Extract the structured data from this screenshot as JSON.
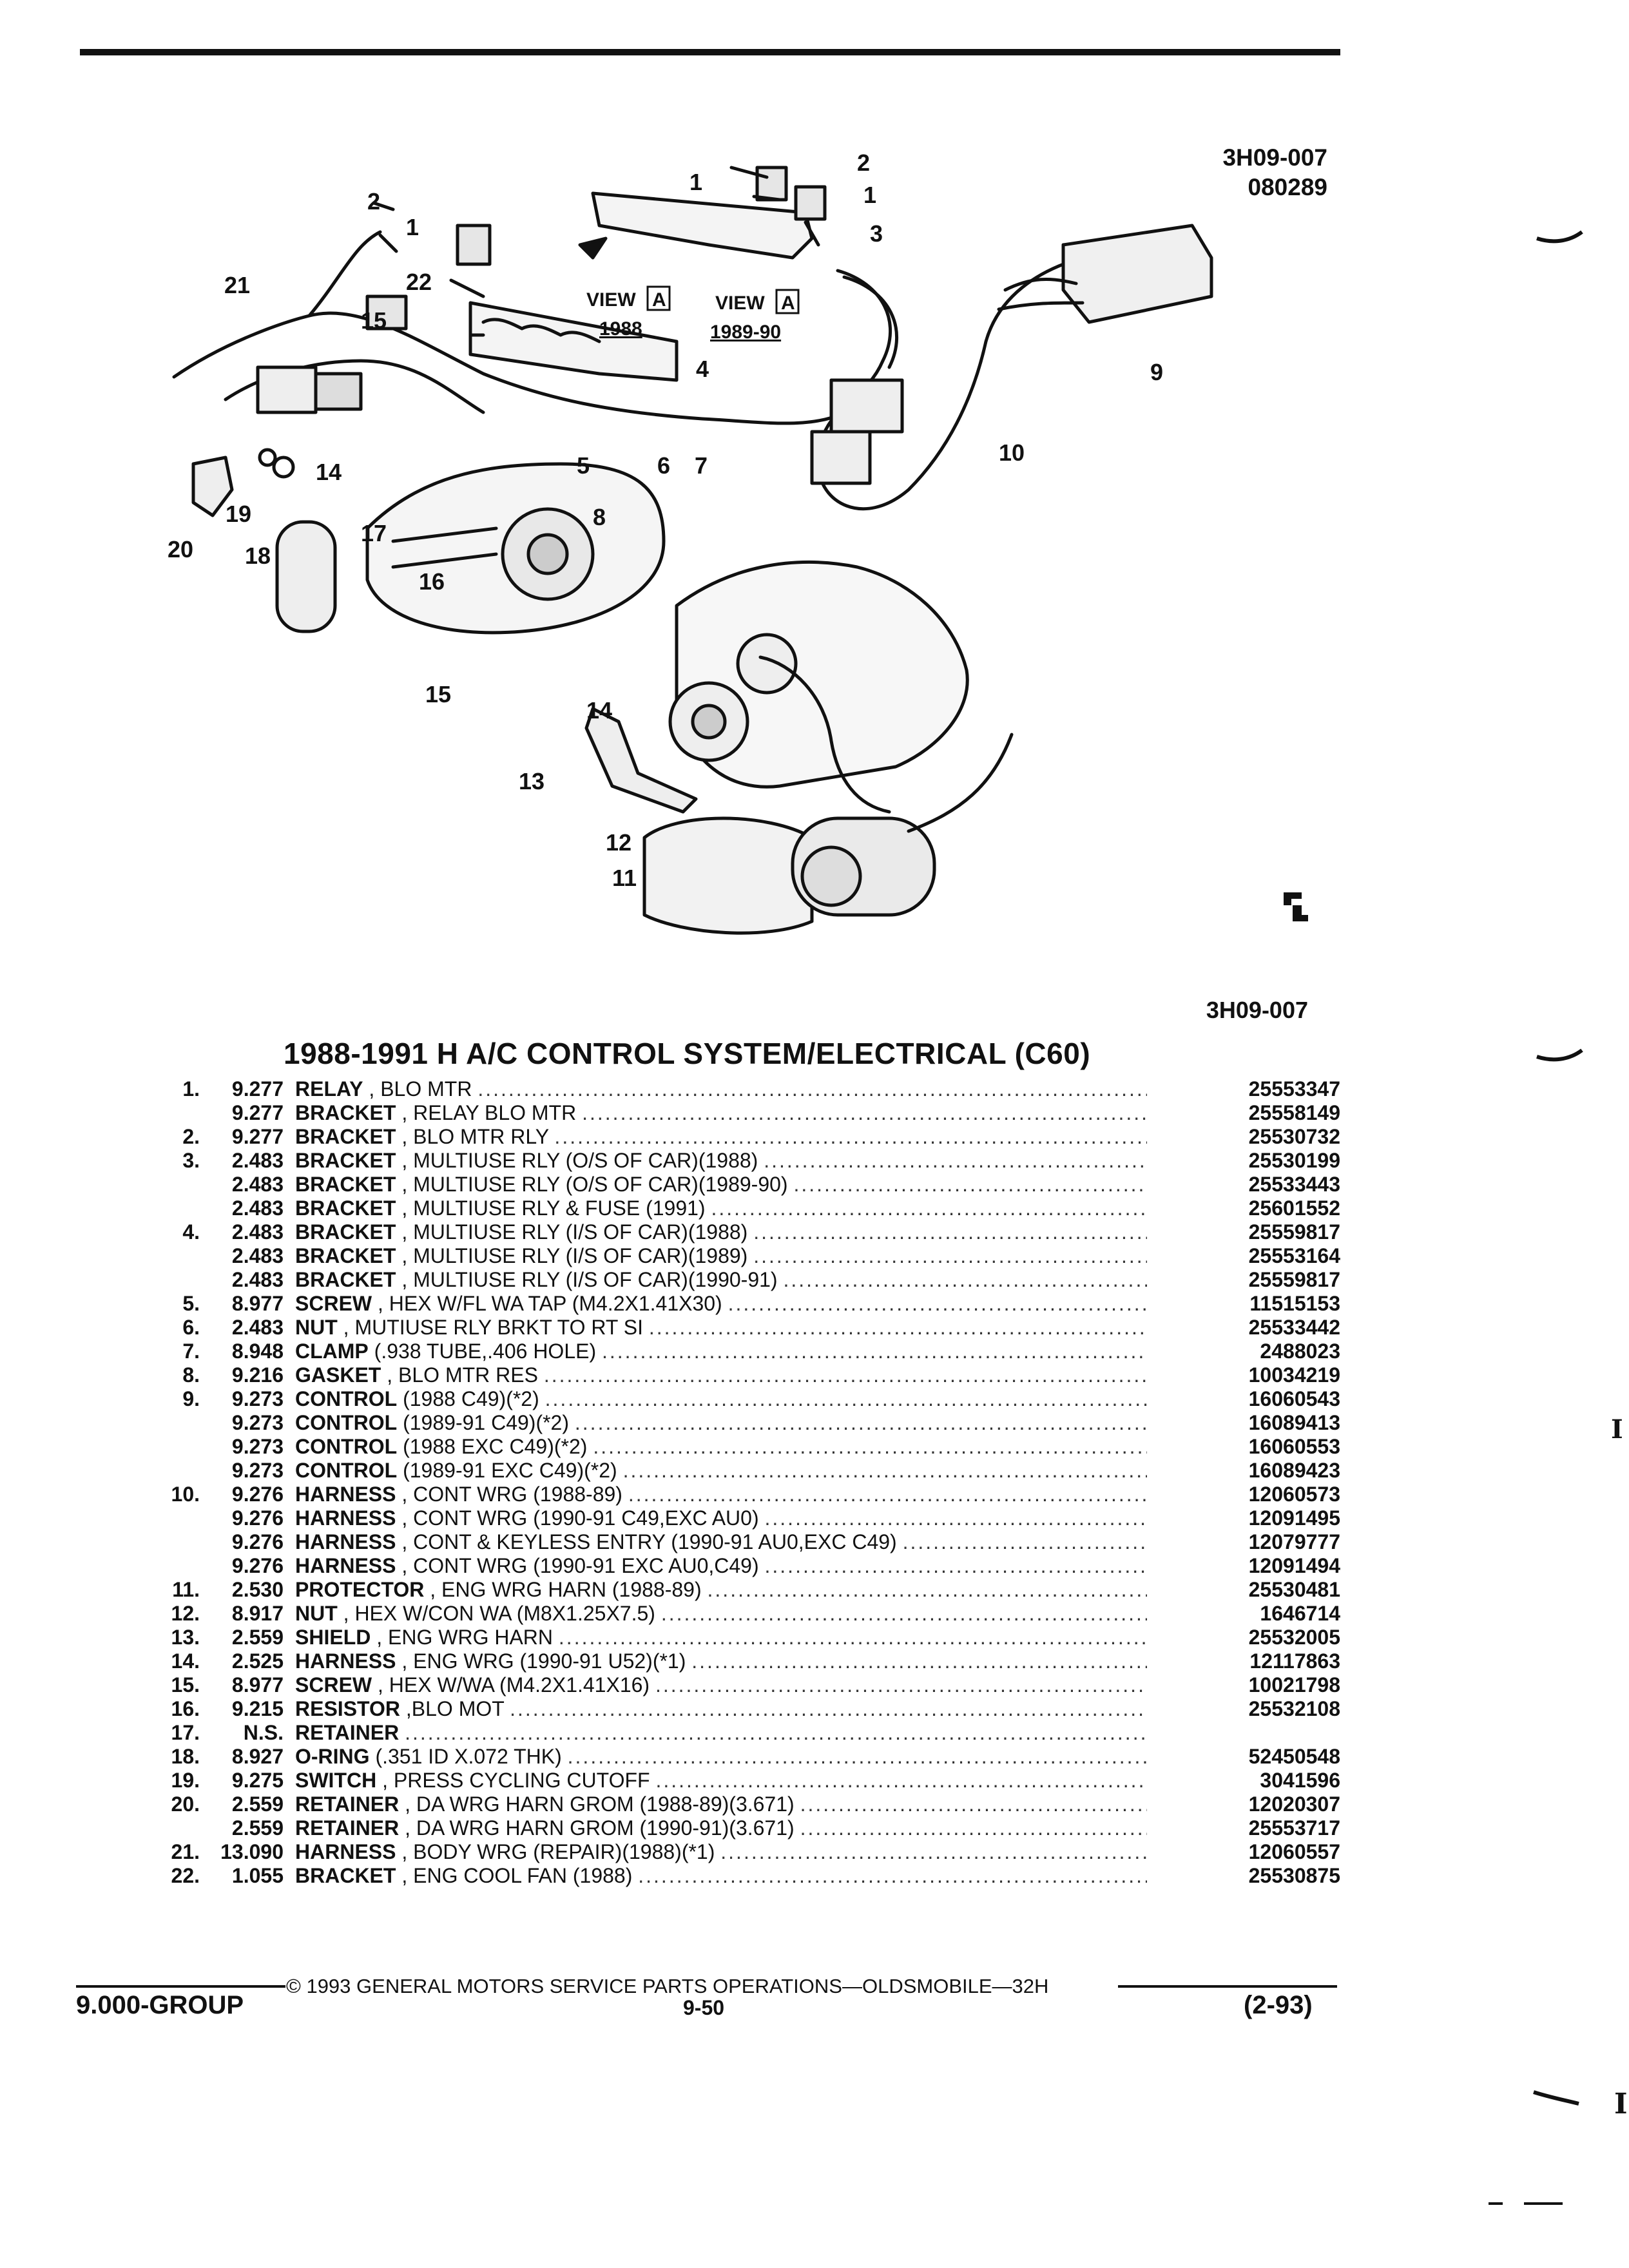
{
  "header": {
    "figure_code": "3H09-007",
    "figure_date": "080289"
  },
  "diagram": {
    "callouts": [
      "1",
      "2",
      "3",
      "4",
      "5",
      "6",
      "7",
      "8",
      "9",
      "10",
      "11",
      "12",
      "13",
      "14",
      "15",
      "16",
      "17",
      "18",
      "19",
      "20",
      "21",
      "22"
    ],
    "view_label": "VIEW",
    "view_letter": "A",
    "view_1988": "1988",
    "view_1989_90": "1989-90",
    "logo_mark": "GM service parts logo"
  },
  "figure_ref": "3H09-007",
  "title": "1988-1991 H A/C CONTROL SYSTEM/ELECTRICAL (C60)",
  "parts": [
    {
      "num": "1.",
      "group": "9.277",
      "name": "RELAY",
      "desc": ", BLO MTR",
      "pn": "25553347"
    },
    {
      "num": "",
      "group": "9.277",
      "name": "BRACKET",
      "desc": ", RELAY BLO MTR",
      "pn": "25558149"
    },
    {
      "num": "2.",
      "group": "9.277",
      "name": "BRACKET",
      "desc": ", BLO MTR RLY",
      "pn": "25530732"
    },
    {
      "num": "3.",
      "group": "2.483",
      "name": "BRACKET",
      "desc": ", MULTIUSE RLY (O/S OF CAR)(1988)",
      "pn": "25530199"
    },
    {
      "num": "",
      "group": "2.483",
      "name": "BRACKET",
      "desc": ", MULTIUSE RLY (O/S OF CAR)(1989-90)",
      "pn": "25533443"
    },
    {
      "num": "",
      "group": "2.483",
      "name": "BRACKET",
      "desc": ", MULTIUSE RLY & FUSE (1991)",
      "pn": "25601552"
    },
    {
      "num": "4.",
      "group": "2.483",
      "name": "BRACKET",
      "desc": ", MULTIUSE RLY (I/S OF CAR)(1988)",
      "pn": "25559817"
    },
    {
      "num": "",
      "group": "2.483",
      "name": "BRACKET",
      "desc": ", MULTIUSE RLY (I/S OF CAR)(1989)",
      "pn": "25553164"
    },
    {
      "num": "",
      "group": "2.483",
      "name": "BRACKET",
      "desc": ", MULTIUSE RLY (I/S OF CAR)(1990-91)",
      "pn": "25559817"
    },
    {
      "num": "5.",
      "group": "8.977",
      "name": "SCREW",
      "desc": ", HEX W/FL WA TAP (M4.2X1.41X30)",
      "pn": "11515153"
    },
    {
      "num": "6.",
      "group": "2.483",
      "name": "NUT",
      "desc": ", MUTIUSE RLY BRKT TO RT SI",
      "pn": "25533442"
    },
    {
      "num": "7.",
      "group": "8.948",
      "name": "CLAMP",
      "desc": "(.938 TUBE,.406 HOLE)",
      "pn": "2488023"
    },
    {
      "num": "8.",
      "group": "9.216",
      "name": "GASKET",
      "desc": ", BLO MTR RES",
      "pn": "10034219"
    },
    {
      "num": "9.",
      "group": "9.273",
      "name": "CONTROL",
      "desc": "(1988 C49)(*2)",
      "pn": "16060543"
    },
    {
      "num": "",
      "group": "9.273",
      "name": "CONTROL",
      "desc": "(1989-91 C49)(*2)",
      "pn": "16089413"
    },
    {
      "num": "",
      "group": "9.273",
      "name": "CONTROL",
      "desc": "(1988 EXC C49)(*2)",
      "pn": "16060553"
    },
    {
      "num": "",
      "group": "9.273",
      "name": "CONTROL",
      "desc": "(1989-91 EXC C49)(*2)",
      "pn": "16089423"
    },
    {
      "num": "10.",
      "group": "9.276",
      "name": "HARNESS",
      "desc": ", CONT WRG (1988-89)",
      "pn": "12060573"
    },
    {
      "num": "",
      "group": "9.276",
      "name": "HARNESS",
      "desc": ", CONT WRG (1990-91 C49,EXC AU0)",
      "pn": "12091495"
    },
    {
      "num": "",
      "group": "9.276",
      "name": "HARNESS",
      "desc": ", CONT & KEYLESS ENTRY (1990-91 AU0,EXC C49)",
      "pn": "12079777"
    },
    {
      "num": "",
      "group": "9.276",
      "name": "HARNESS",
      "desc": ", CONT WRG (1990-91 EXC AU0,C49)",
      "pn": "12091494"
    },
    {
      "num": "11.",
      "group": "2.530",
      "name": "PROTECTOR",
      "desc": ", ENG WRG HARN (1988-89)",
      "pn": "25530481"
    },
    {
      "num": "12.",
      "group": "8.917",
      "name": "NUT",
      "desc": ", HEX W/CON WA (M8X1.25X7.5)",
      "pn": "1646714"
    },
    {
      "num": "13.",
      "group": "2.559",
      "name": "SHIELD",
      "desc": ", ENG WRG HARN",
      "pn": "25532005"
    },
    {
      "num": "14.",
      "group": "2.525",
      "name": "HARNESS",
      "desc": ", ENG WRG (1990-91 U52)(*1)",
      "pn": "12117863"
    },
    {
      "num": "15.",
      "group": "8.977",
      "name": "SCREW",
      "desc": ", HEX W/WA (M4.2X1.41X16)",
      "pn": "10021798"
    },
    {
      "num": "16.",
      "group": "9.215",
      "name": "RESISTOR",
      "desc": ",BLO MOT",
      "pn": "25532108"
    },
    {
      "num": "17.",
      "group": "N.S.",
      "name": "RETAINER",
      "desc": "",
      "pn": ""
    },
    {
      "num": "18.",
      "group": "8.927",
      "name": "O-RING",
      "desc": "(.351 ID X.072 THK)",
      "pn": "52450548"
    },
    {
      "num": "19.",
      "group": "9.275",
      "name": "SWITCH",
      "desc": ", PRESS CYCLING CUTOFF",
      "pn": "3041596"
    },
    {
      "num": "20.",
      "group": "2.559",
      "name": "RETAINER",
      "desc": ", DA WRG HARN GROM (1988-89)(3.671)",
      "pn": "12020307"
    },
    {
      "num": "",
      "group": "2.559",
      "name": "RETAINER",
      "desc": ", DA WRG HARN GROM (1990-91)(3.671)",
      "pn": "25553717"
    },
    {
      "num": "21.",
      "group": "13.090",
      "name": "HARNESS",
      "desc": ", BODY WRG (REPAIR)(1988)(*1)",
      "pn": "12060557"
    },
    {
      "num": "22.",
      "group": "1.055",
      "name": "BRACKET",
      "desc": ", ENG COOL FAN (1988)",
      "pn": "25530875"
    }
  ],
  "footer": {
    "copyright": "© 1993 GENERAL MOTORS SERVICE PARTS OPERATIONS—OLDSMOBILE—32H",
    "group": "9.000-GROUP",
    "page": "9-50",
    "date": "(2-93)"
  },
  "margin_marks": [
    "I",
    "I"
  ]
}
